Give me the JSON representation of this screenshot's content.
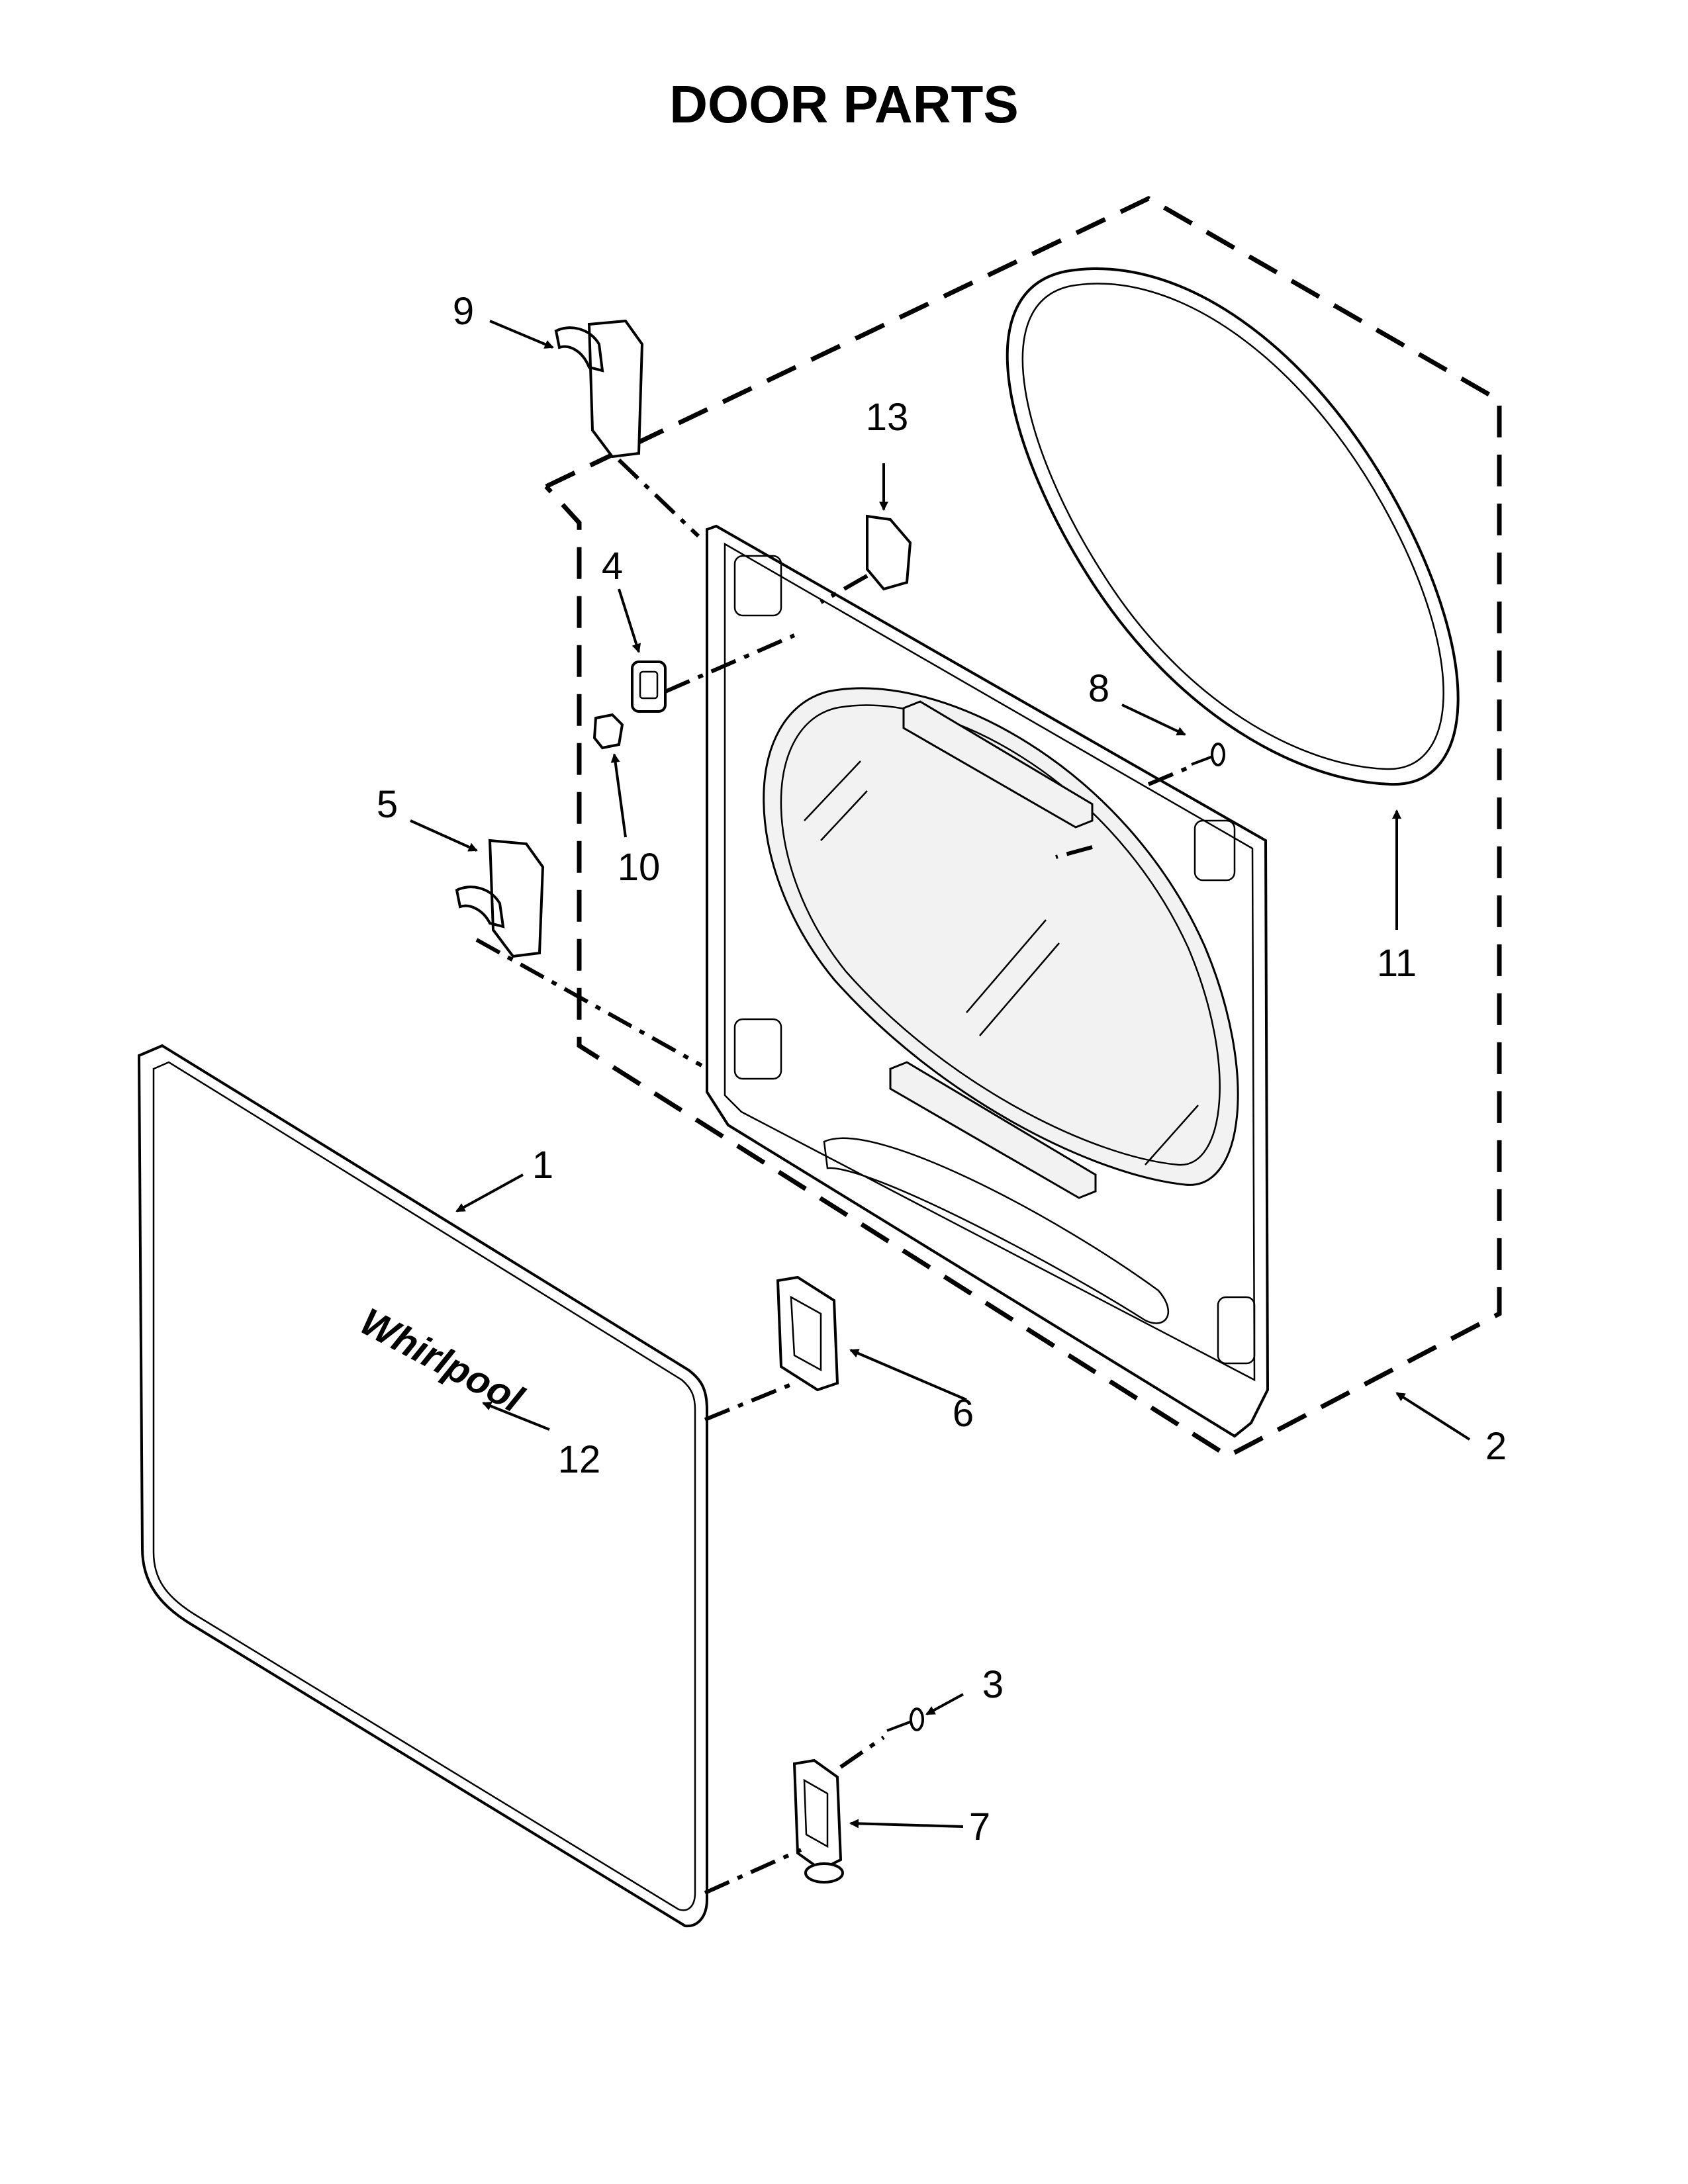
{
  "title": "DOOR PARTS",
  "logo_text": "Whirlpool",
  "callouts": [
    {
      "id": "c1",
      "label": "1"
    },
    {
      "id": "c2",
      "label": "2"
    },
    {
      "id": "c3",
      "label": "3"
    },
    {
      "id": "c4",
      "label": "4"
    },
    {
      "id": "c5",
      "label": "5"
    },
    {
      "id": "c6",
      "label": "6"
    },
    {
      "id": "c7",
      "label": "7"
    },
    {
      "id": "c8",
      "label": "8"
    },
    {
      "id": "c9",
      "label": "9"
    },
    {
      "id": "c10",
      "label": "10"
    },
    {
      "id": "c11",
      "label": "11"
    },
    {
      "id": "c12",
      "label": "12"
    },
    {
      "id": "c13",
      "label": "13"
    }
  ]
}
